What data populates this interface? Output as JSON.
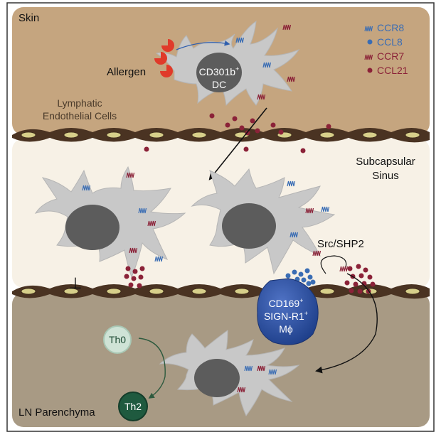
{
  "regions": {
    "skin": "Skin",
    "lymphatic_endothelial_cells_line1": "Lymphatic",
    "lymphatic_endothelial_cells_line2": "Endothelial Cells",
    "subcapsular_sinus_line1": "Subcapsular",
    "subcapsular_sinus_line2": "Sinus",
    "ln_parenchyma": "LN Parenchyma"
  },
  "labels": {
    "allergen": "Allergen",
    "dc_line1": "CD301b",
    "dc_line1_sup": "+",
    "dc_line2": "DC",
    "src_shp2": "Src/SHP2",
    "macrophage_line1": "CD169",
    "macrophage_line1_sup": "+",
    "macrophage_line2": "SIGN-R1",
    "macrophage_line2_sup": "+",
    "macrophage_line3": "Mϕ",
    "th0": "Th0",
    "th2": "Th2",
    "inhibit_symbol": "⊥"
  },
  "legend": [
    {
      "symbol": "receptor",
      "label": "CCR8",
      "color": "#3a6db4"
    },
    {
      "symbol": "dot",
      "label": "CCL8",
      "color": "#3a6db4"
    },
    {
      "symbol": "receptor",
      "label": "CCR7",
      "color": "#8b2238"
    },
    {
      "symbol": "dot",
      "label": "CCL21",
      "color": "#8b2238"
    }
  ],
  "colors": {
    "skin": "#c5a57f",
    "sinus": "#f7f1e6",
    "parenchyma": "#a89a84",
    "cell_body": "#c8c8c8",
    "nucleus": "#5c5c5c",
    "endothelial": "#4a3322",
    "endothelial_nucleus": "#d7cf8a",
    "allergen": "#e03a2a",
    "ccl8": "#3a6db4",
    "ccl21": "#8b2238",
    "macrophage": "#2b4f9e",
    "th0": "#cfe3d6",
    "th2": "#1f5a3f"
  }
}
